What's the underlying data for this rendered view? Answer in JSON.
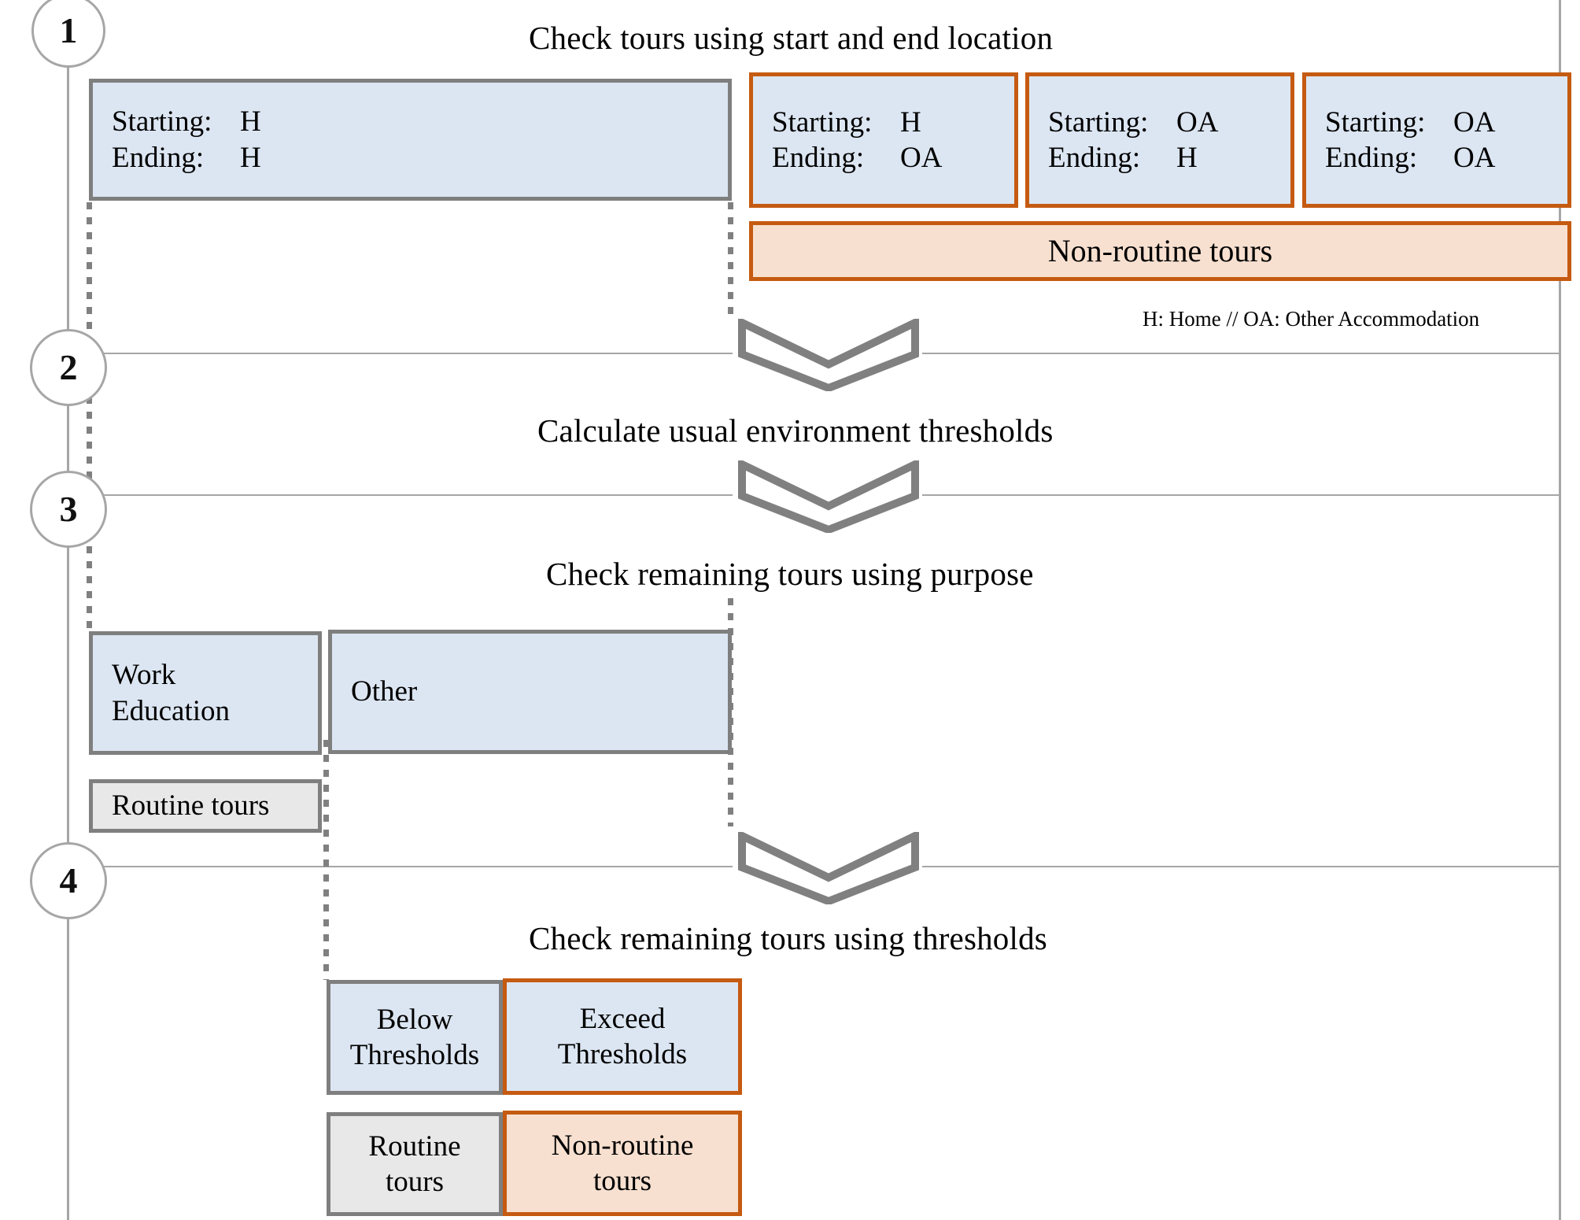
{
  "diagram": {
    "title_step1": "Check tours using start and end location",
    "title_step2": "Calculate usual environment thresholds",
    "title_step3": "Check remaining tours using purpose",
    "title_step4": "Check remaining tours using thresholds",
    "legend": "H: Home // OA: Other Accommodation",
    "colors": {
      "blue_fill": "#dce6f2",
      "peach_fill": "#f8e0d0",
      "gray_fill": "#e8e8e8",
      "gray_border": "#7f7f7f",
      "orange_border": "#c55a11",
      "rule_gray": "#a6a6a6"
    }
  },
  "steps": [
    {
      "number": "1"
    },
    {
      "number": "2"
    },
    {
      "number": "3"
    },
    {
      "number": "4"
    }
  ],
  "labels": {
    "starting": "Starting:",
    "ending": "Ending:"
  },
  "step1_boxes": [
    {
      "start": "H",
      "end": "H"
    },
    {
      "start": "H",
      "end": "OA"
    },
    {
      "start": "OA",
      "end": "H"
    },
    {
      "start": "OA",
      "end": "OA"
    }
  ],
  "step1_outcome": "Non-routine tours",
  "step3_boxes": [
    {
      "line1": "Work",
      "line2": "Education"
    },
    {
      "line1": "Other",
      "line2": ""
    }
  ],
  "step3_outcome": "Routine tours",
  "step4_boxes": [
    {
      "line1": "Below",
      "line2": "Thresholds"
    },
    {
      "line1": "Exceed",
      "line2": "Thresholds"
    }
  ],
  "step4_outcomes": [
    {
      "line1": "Routine",
      "line2": "tours"
    },
    {
      "line1": "Non-routine",
      "line2": "tours"
    }
  ]
}
